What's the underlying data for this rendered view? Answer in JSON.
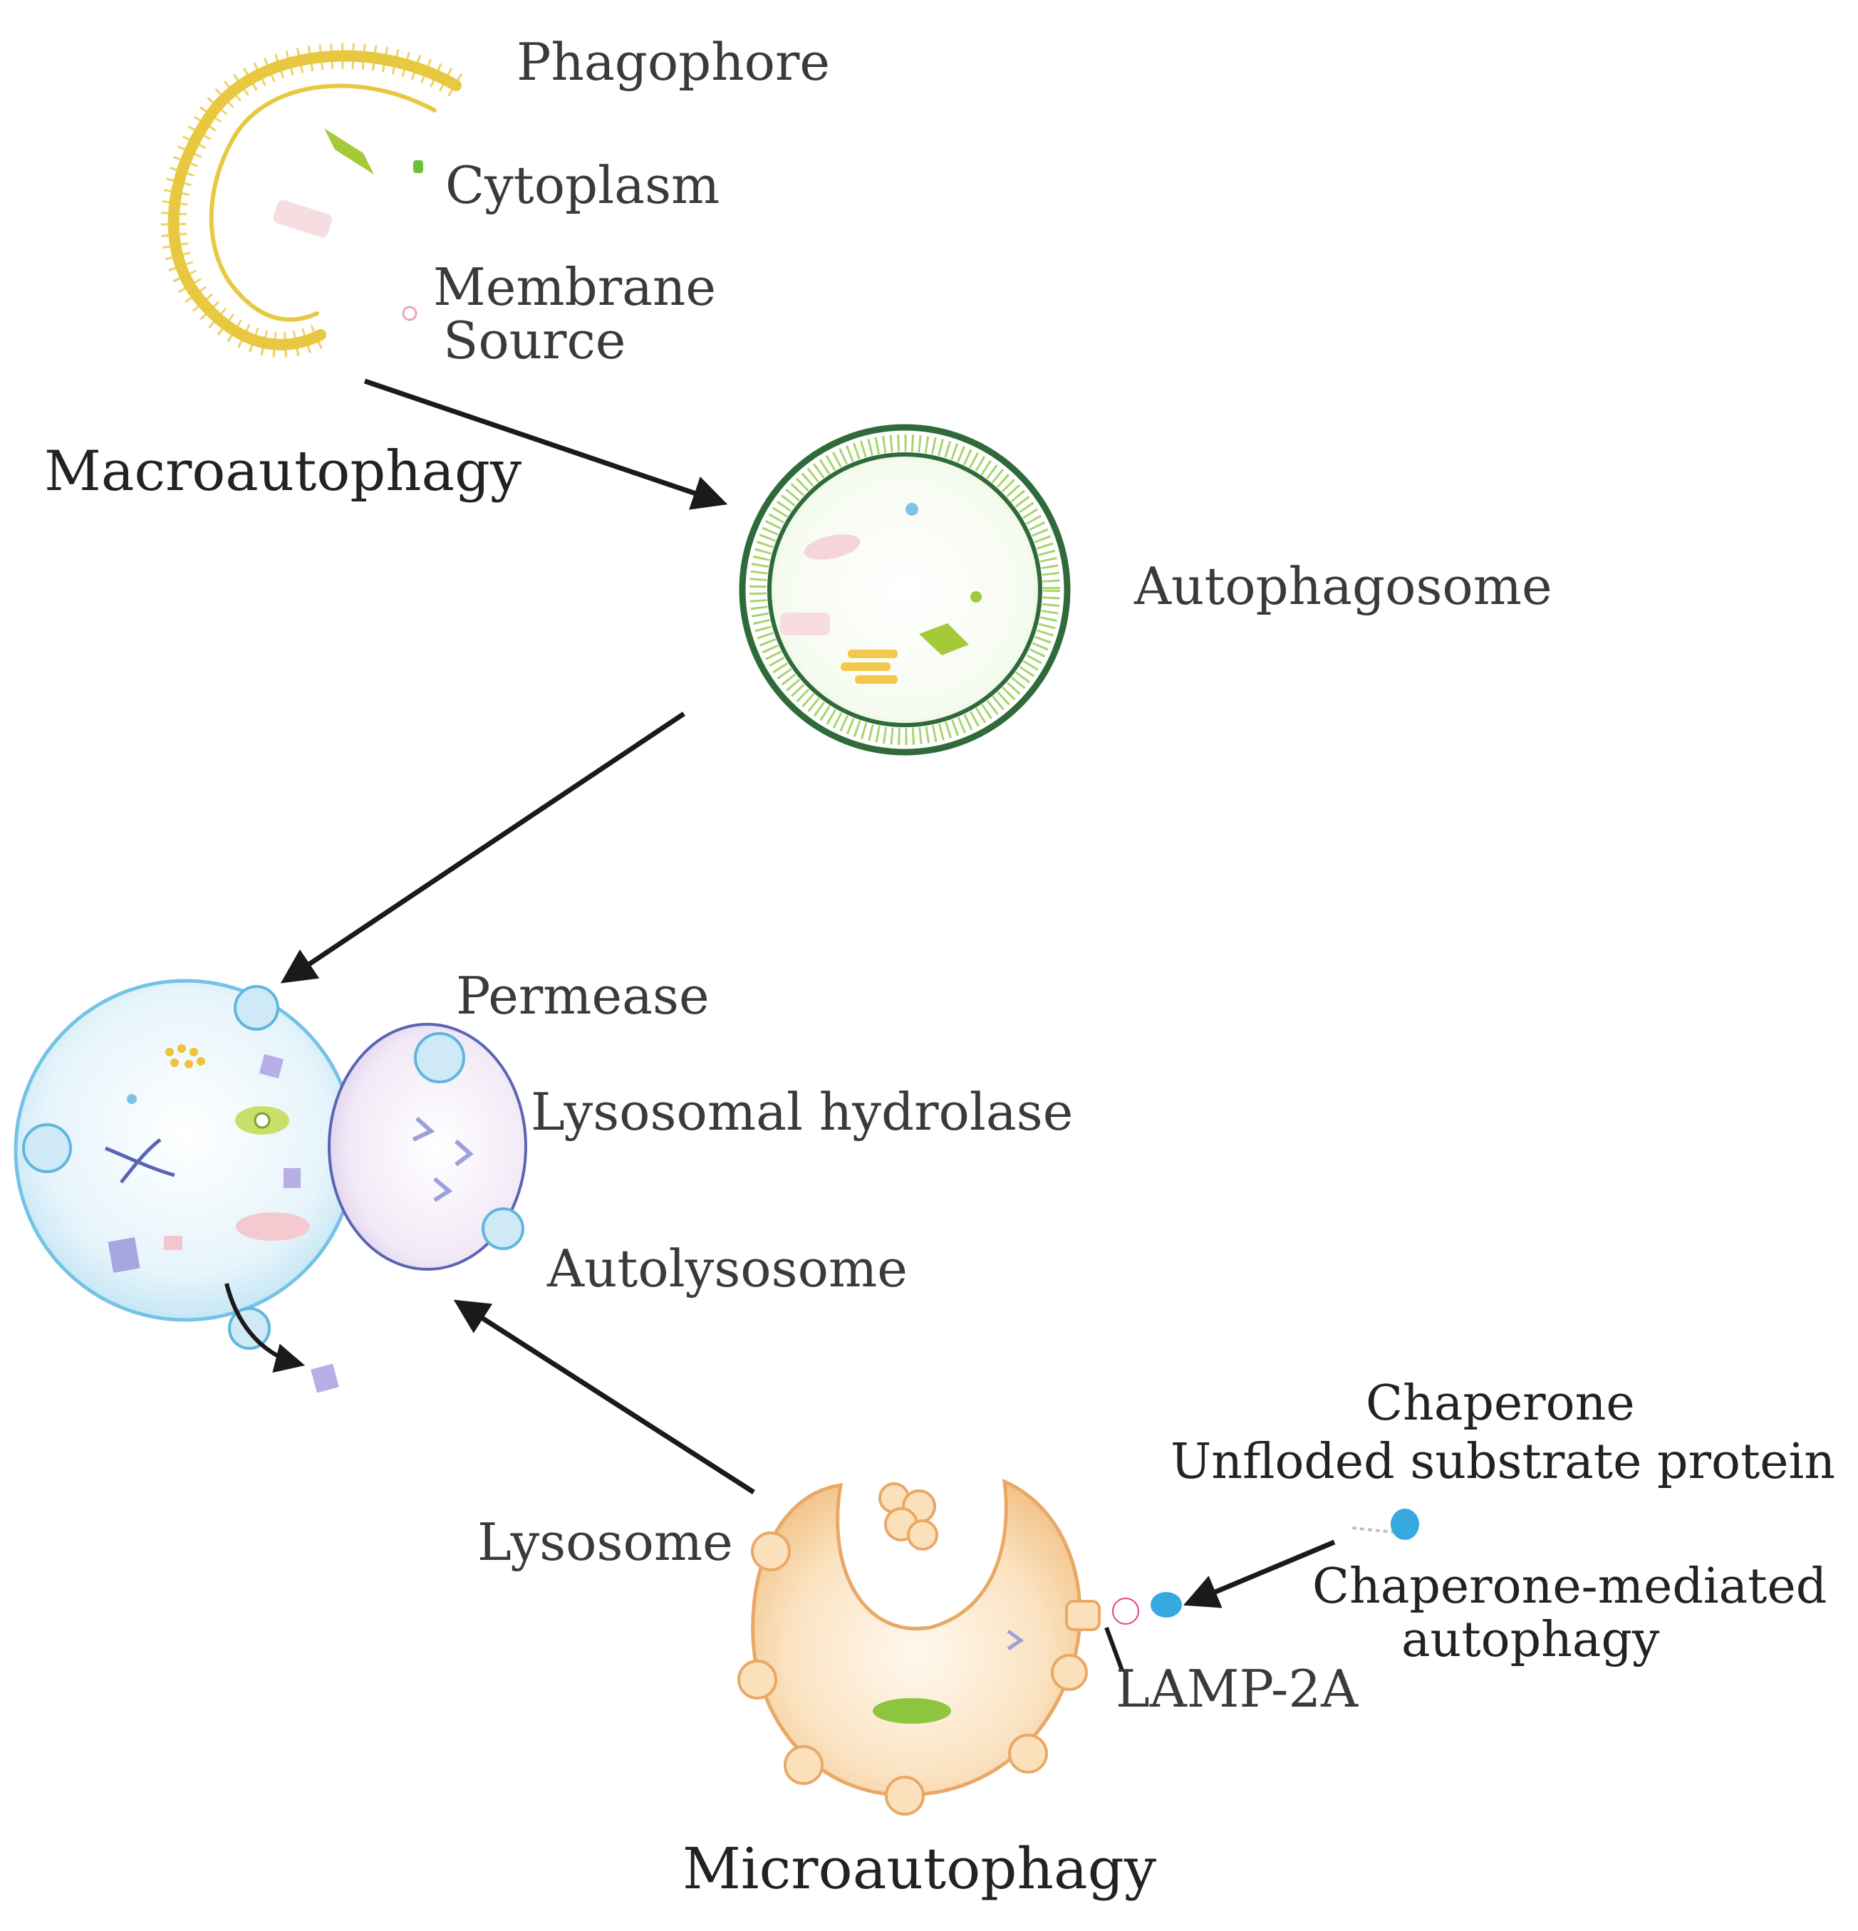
{
  "labels": {
    "phagophore": "Phagophore",
    "cytoplasm": "Cytoplasm",
    "membrane": "Membrane",
    "source": "Source",
    "macroautophagy": "Macroautophagy",
    "autophagosome": "Autophagosome",
    "permease": "Permease",
    "lysosomal_hydrolase": "Lysosomal hydrolase",
    "autolysosome": "Autolysosome",
    "chaperone": "Chaperone",
    "unfolded_substrate_protein": "Unfloded substrate protein",
    "lysosome": "Lysosome",
    "chaperone_mediated": "Chaperone-mediated",
    "autophagy": "autophagy",
    "lamp2a": "LAMP-2A",
    "microautophagy": "Microautophagy"
  },
  "colors": {
    "phagophore": "#e8c840",
    "autophagosome_outer": "#2f6b3a",
    "autophagosome_inner": "#8cc63f",
    "lysosome_blue": "#9fd3ea",
    "hydrolase_purple": "#c9b6e0",
    "microautophagy_orange": "#f3c48a",
    "chaperone": "#36a9e1",
    "arrow": "#1a1a1a"
  }
}
